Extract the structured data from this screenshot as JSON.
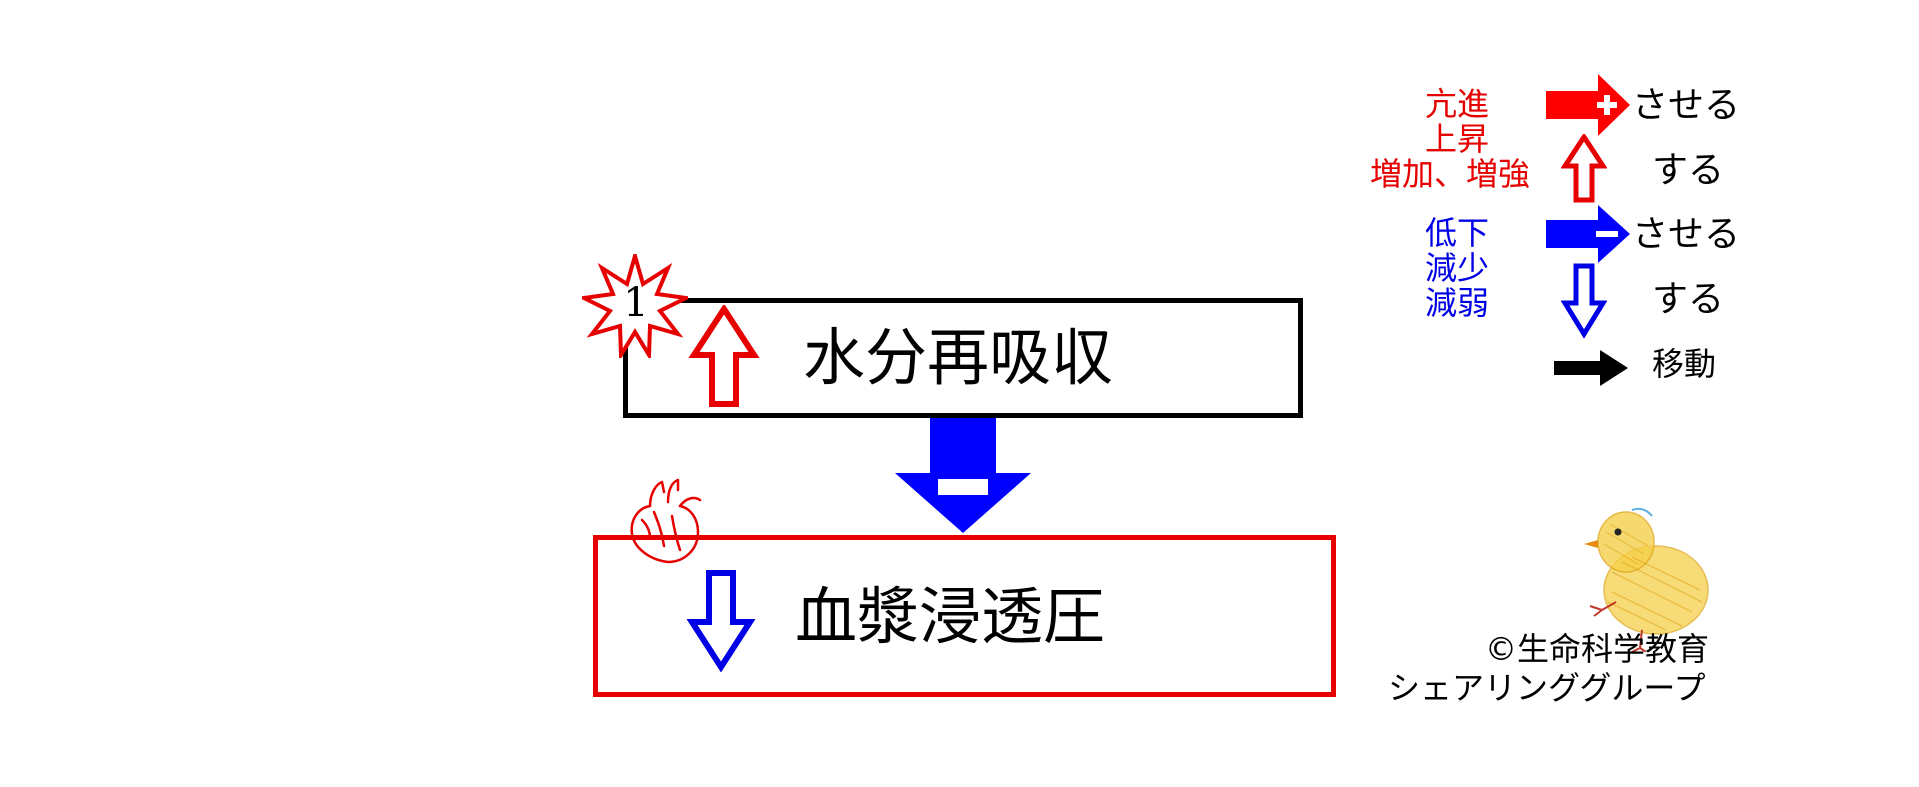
{
  "diagram": {
    "top_box": {
      "label": "水分再吸収",
      "badge_number": "1",
      "change_icon": "up-outline-arrow-icon"
    },
    "bottom_box": {
      "label": "血漿浸透圧",
      "change_icon": "down-outline-arrow-icon",
      "decoration_icon": "heart-icon"
    },
    "connector": {
      "type": "decrease",
      "icon": "blue-minus-down-arrow-icon"
    }
  },
  "legend": {
    "increase_terms": [
      "亢進",
      "上昇",
      "増加、増強"
    ],
    "decrease_terms": [
      "低下",
      "減少",
      "減弱"
    ],
    "make_increase": "させる",
    "increase": "する",
    "make_decrease": "させる",
    "decrease": "する",
    "move": "移動"
  },
  "credit": {
    "line1": "©生命科学教育",
    "line2": "シェアリンググループ",
    "mascot_icon": "chick-icon"
  },
  "colors": {
    "increase": "#e60000",
    "decrease": "#0000e6",
    "neutral": "#000000"
  }
}
